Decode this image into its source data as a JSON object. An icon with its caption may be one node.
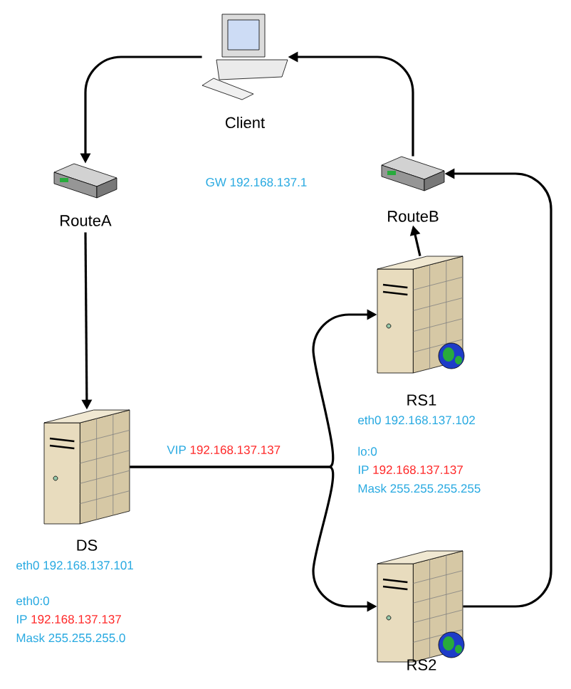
{
  "diagram": {
    "nodes": [
      {
        "text": [
          "Client"
        ]
      },
      {
        "text": [
          "RouteA"
        ]
      },
      {
        "text": [
          "RouteB"
        ]
      },
      {
        "text": [
          "RS1"
        ],
        "beside": [
          "eth0 192.168.137.102",
          "lo:0",
          "IP",
          "192.168.137.137",
          "Mask 255.255.255.255"
        ]
      },
      {
        "text": [
          "DS"
        ],
        "beside": [
          "eth0 192.168.137.101",
          "eth0:0",
          "IP",
          "192.168.137.137",
          "Mask 255.255.255.0"
        ]
      },
      {
        "text": [
          "RS2"
        ]
      }
    ],
    "edges": [
      {
        "from": 0,
        "to": 1,
        "arrow": "to"
      },
      {
        "from": 1,
        "to": 4,
        "arrow": "to"
      },
      {
        "from": 4,
        "to": 3,
        "arrow": "to"
      },
      {
        "from": 4,
        "to": 5,
        "arrow": "to"
      },
      {
        "from": 3,
        "to": 2,
        "arrow": "to"
      },
      {
        "from": 5,
        "to": 2,
        "arrow": "to"
      },
      {
        "from": 2,
        "to": 0,
        "arrow": "to"
      }
    ],
    "labels": [
      "GW 192.168.137.1",
      "VIP",
      "192.168.137.137"
    ]
  }
}
